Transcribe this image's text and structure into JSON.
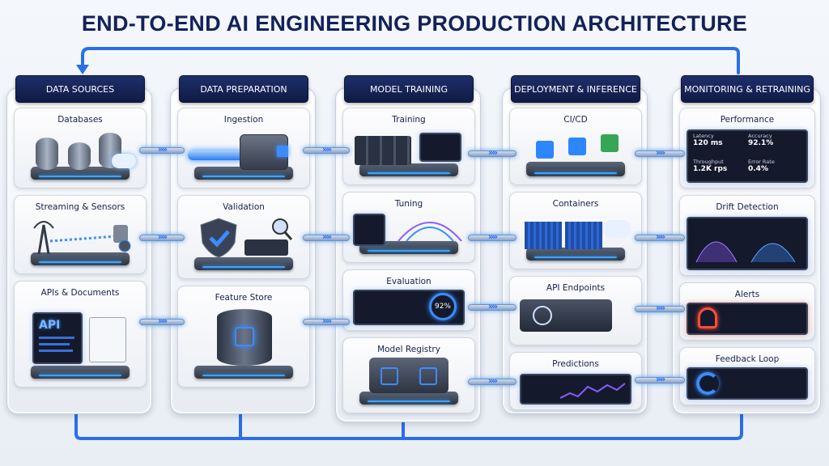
{
  "title": "END-TO-END AI ENGINEERING PRODUCTION ARCHITECTURE",
  "colors": {
    "accent": "#2f7bff",
    "header_bg": "#13215a",
    "panel_bg": "#141a2c"
  },
  "columns": [
    {
      "header": "DATA SOURCES",
      "cards": [
        {
          "label": "Databases",
          "icon": "database-stack-icon"
        },
        {
          "label": "Streaming & Sensors",
          "icon": "antenna-sensor-icon"
        },
        {
          "label": "APIs & Documents",
          "icon": "api-document-icon",
          "screen_text": "API"
        }
      ]
    },
    {
      "header": "DATA PREPARATION",
      "cards": [
        {
          "label": "Ingestion",
          "icon": "ingestion-pipe-icon"
        },
        {
          "label": "Validation",
          "icon": "shield-check-icon"
        },
        {
          "label": "Feature Store",
          "icon": "feature-store-cylinder-icon"
        }
      ]
    },
    {
      "header": "MODEL TRAINING",
      "cards": [
        {
          "label": "Training",
          "icon": "gpu-cluster-icon"
        },
        {
          "label": "Tuning",
          "icon": "slider-tuning-icon"
        },
        {
          "label": "Evaluation",
          "icon": "evaluation-chart-icon",
          "gauge_text": "92%"
        },
        {
          "label": "Model Registry",
          "icon": "lock-registry-icon"
        }
      ]
    },
    {
      "header": "DEPLOYMENT & INFERENCE",
      "cards": [
        {
          "label": "CI/CD",
          "icon": "conveyor-pipeline-icon"
        },
        {
          "label": "Containers",
          "icon": "container-cloud-icon"
        },
        {
          "label": "API Endpoints",
          "icon": "globe-endpoint-icon"
        },
        {
          "label": "Predictions",
          "icon": "prediction-chart-icon"
        }
      ]
    },
    {
      "header": "MONITORING & RETRAINING",
      "cards": [
        {
          "label": "Performance",
          "icon": "performance-dashboard-icon",
          "metrics": [
            {
              "name": "Latency",
              "value": "120 ms"
            },
            {
              "name": "Accuracy",
              "value": "92.1%"
            },
            {
              "name": "Throughput",
              "value": "1.2K rps"
            },
            {
              "name": "Error Rate",
              "value": "0.4%"
            }
          ]
        },
        {
          "label": "Drift Detection",
          "icon": "drift-scatter-icon"
        },
        {
          "label": "Alerts",
          "icon": "alert-bell-icon"
        },
        {
          "label": "Feedback Loop",
          "icon": "feedback-loop-icon"
        }
      ]
    }
  ]
}
